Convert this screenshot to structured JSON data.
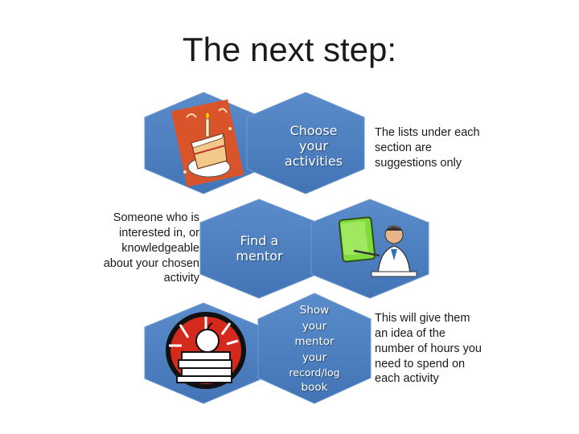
{
  "title": "The next step:",
  "hexagons": {
    "choose": {
      "label": "Choose your activities",
      "lines": [
        "Choose",
        "your",
        "activities"
      ]
    },
    "mentor": {
      "label": "Find a mentor",
      "lines": [
        "Find a",
        "mentor"
      ]
    },
    "show": {
      "label": "Show your mentor your record/log book",
      "lines": [
        "Show",
        "your",
        "mentor",
        "your",
        "record/log",
        "book"
      ]
    }
  },
  "notes": {
    "suggestions": [
      "The lists under each",
      "section are",
      "suggestions only"
    ],
    "mentor_desc": [
      "Someone who is",
      "interested in, or",
      "knowledgeable",
      "about your chosen",
      "activity"
    ],
    "hours": [
      "This will give them",
      "an idea of the",
      "number of hours you",
      "need to spend on",
      "each activity"
    ]
  },
  "icons": {
    "cake": "birthday-cake-clipart",
    "teacher": "teacher-with-board-clipart",
    "books": "apple-and-books-clipart"
  },
  "colors": {
    "hex_fill": "#4f81bd",
    "hex_stroke": "#8eb4e3"
  }
}
